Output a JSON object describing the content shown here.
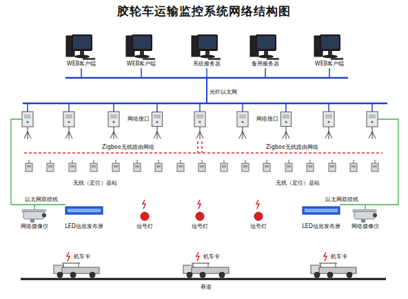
{
  "diagram": {
    "title": "胶轮车运输监控系统网络结构图",
    "nodes": [
      {
        "text": [
          "WEB客户端"
        ]
      },
      {
        "text": [
          "WEB客户端"
        ]
      },
      {
        "text": [
          "系统服务器"
        ]
      },
      {
        "text": [
          "备用服务器"
        ]
      },
      {
        "text": [
          "WEB客户端"
        ]
      },
      {
        "text": [
          "网络接口"
        ]
      },
      {
        "text": [
          "网络接口"
        ]
      },
      {
        "text": [
          "网络摄像仪"
        ]
      },
      {
        "text": [
          "LED信息发布屏"
        ]
      },
      {
        "text": [
          "信号灯"
        ]
      },
      {
        "text": [
          "信号灯"
        ]
      },
      {
        "text": [
          "信号灯"
        ]
      },
      {
        "text": [
          "LED信息发布屏"
        ]
      },
      {
        "text": [
          "网络摄像仪"
        ]
      },
      {
        "text": [
          "机车卡"
        ]
      },
      {
        "text": [
          "机车卡"
        ]
      },
      {
        "text": [
          "机车卡"
        ]
      }
    ],
    "labels": [
      "光纤以太网",
      "Zigbee无线路由网络",
      "Zigbee无线路由网络",
      "无线（定位）基站",
      "无线（定位）基站",
      "以太网双绞线",
      "以太网双绞线",
      "巷道"
    ]
  }
}
